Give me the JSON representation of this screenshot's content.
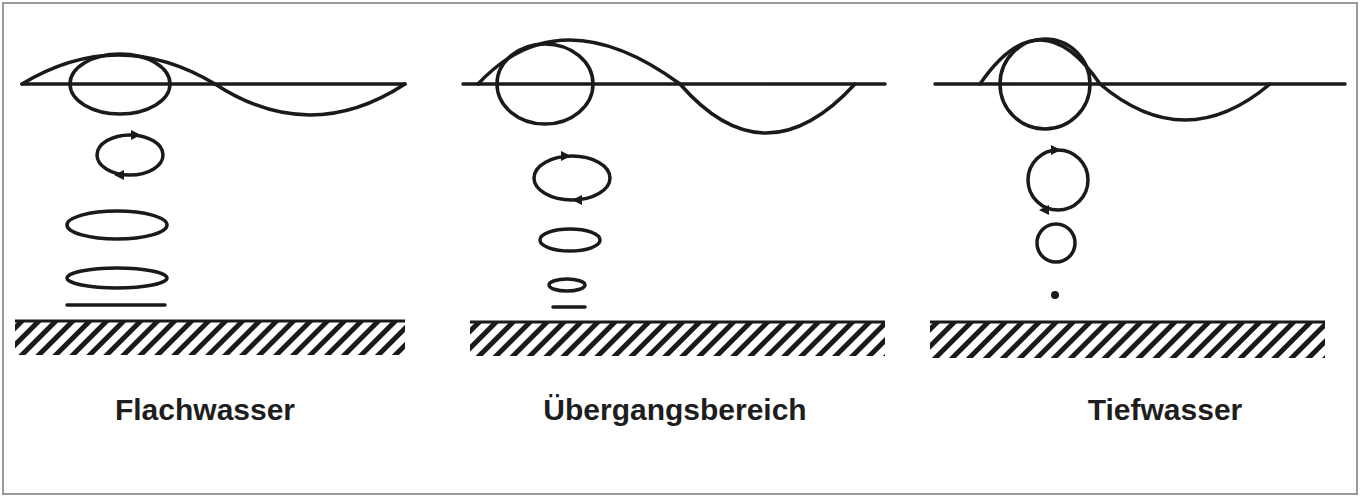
{
  "diagram": {
    "labels": [
      "Flachwasser",
      "Übergangsbereich",
      "Tiefwasser"
    ]
  }
}
